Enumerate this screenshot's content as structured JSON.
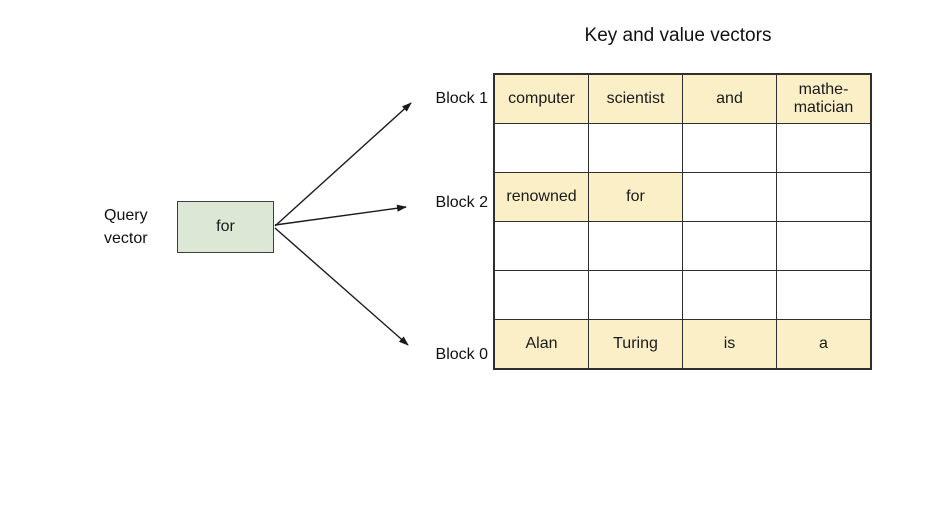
{
  "title": "Key and value vectors",
  "query": {
    "label_line1": "Query",
    "label_line2": "vector",
    "box_text": "for"
  },
  "block_labels": [
    {
      "label": "Block 1"
    },
    {
      "label": "Block 2"
    },
    {
      "label": "Block 0"
    }
  ],
  "table": {
    "rows": [
      {
        "cells": [
          {
            "text": "computer",
            "highlighted": true
          },
          {
            "text": "scientist",
            "highlighted": true
          },
          {
            "text": "and",
            "highlighted": true
          },
          {
            "text": "mathe-matician",
            "highlighted": true
          }
        ]
      },
      {
        "cells": [
          {
            "text": "",
            "highlighted": false
          },
          {
            "text": "",
            "highlighted": false
          },
          {
            "text": "",
            "highlighted": false
          },
          {
            "text": "",
            "highlighted": false
          }
        ]
      },
      {
        "cells": [
          {
            "text": "renowned",
            "highlighted": true
          },
          {
            "text": "for",
            "highlighted": true
          },
          {
            "text": "",
            "highlighted": false
          },
          {
            "text": "",
            "highlighted": false
          }
        ]
      },
      {
        "cells": [
          {
            "text": "",
            "highlighted": false
          },
          {
            "text": "",
            "highlighted": false
          },
          {
            "text": "",
            "highlighted": false
          },
          {
            "text": "",
            "highlighted": false
          }
        ]
      },
      {
        "cells": [
          {
            "text": "",
            "highlighted": false
          },
          {
            "text": "",
            "highlighted": false
          },
          {
            "text": "",
            "highlighted": false
          },
          {
            "text": "",
            "highlighted": false
          }
        ]
      },
      {
        "cells": [
          {
            "text": "Alan",
            "highlighted": true
          },
          {
            "text": "Turing",
            "highlighted": true
          },
          {
            "text": "is",
            "highlighted": true
          },
          {
            "text": "a",
            "highlighted": true
          }
        ]
      }
    ]
  },
  "colors": {
    "highlight": "#FAEFC6",
    "query_box": "#DCE8D5",
    "line": "#1a1a1a"
  }
}
